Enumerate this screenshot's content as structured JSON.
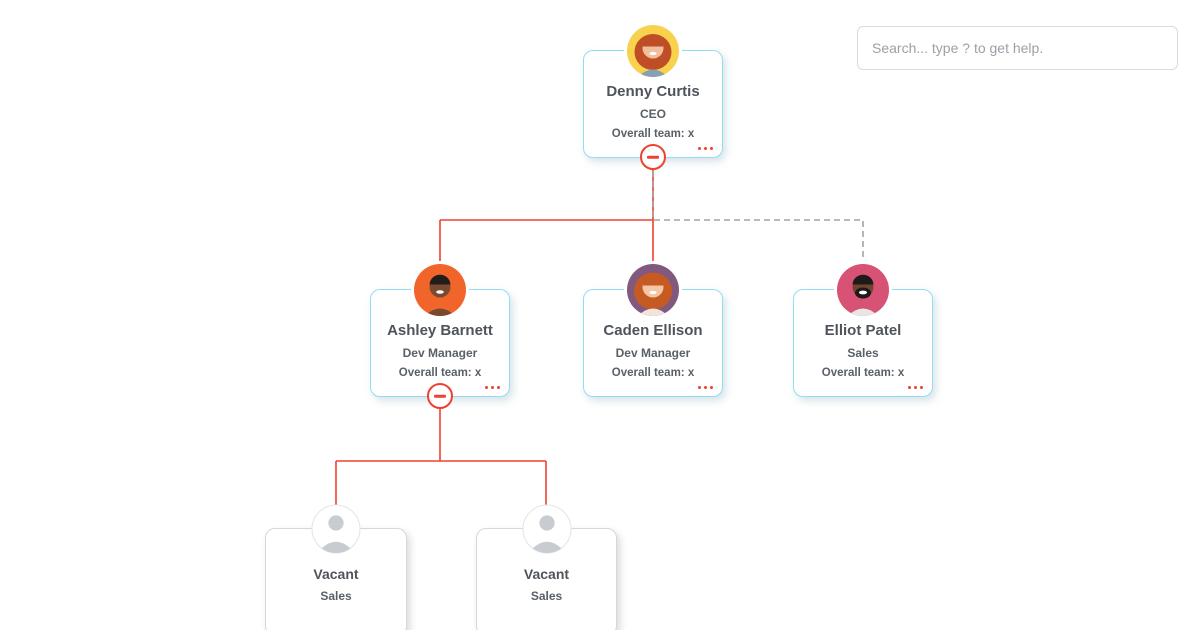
{
  "search": {
    "placeholder": "Search... type ? to get help."
  },
  "colors": {
    "connector_solid": "#ef4130",
    "connector_dashed": "#a3a3a3",
    "card_border": "#93ddf1",
    "vacant_card_border": "#d7d7d7",
    "accent_red": "#ef4130",
    "name_text": "#4f545c",
    "secondary_text": "#5a6067",
    "placeholder_text": "#9ba1a6"
  },
  "icons": {
    "collapse": "minus-icon",
    "node_menu": "ellipsis-icon",
    "vacant_avatar": "person-silhouette-icon"
  },
  "org_chart": {
    "nodes": [
      {
        "id": "denny-curtis",
        "name": "Denny Curtis",
        "role": "CEO",
        "team_label": "Overall team: x",
        "avatar": {
          "bg": "#f9d24d",
          "skin": "#f2bf9d",
          "hair": "#bf4e26",
          "shirt": "#87a0b4"
        },
        "has_collapse_button": true,
        "has_menu": true
      },
      {
        "id": "ashley-barnett",
        "name": "Ashley Barnett",
        "role": "Dev Manager",
        "team_label": "Overall team: x",
        "avatar": {
          "bg": "#f2652a",
          "skin": "#7a4a30",
          "hair": "#221d1b",
          "shirt": "#7a4a30"
        },
        "has_collapse_button": true,
        "has_menu": true
      },
      {
        "id": "caden-ellison",
        "name": "Caden Ellison",
        "role": "Dev Manager",
        "team_label": "Overall team: x",
        "avatar": {
          "bg": "#81597f",
          "skin": "#f4c6a4",
          "hair": "#c55a23",
          "shirt": "#f3e3da"
        },
        "has_collapse_button": false,
        "has_menu": true
      },
      {
        "id": "elliot-patel",
        "name": "Elliot Patel",
        "role": "Sales",
        "team_label": "Overall team: x",
        "avatar": {
          "bg": "#d85276",
          "skin": "#6f462c",
          "hair": "#1e1a19",
          "shirt": "#e9e6e2"
        },
        "has_collapse_button": false,
        "has_menu": true
      },
      {
        "id": "vacant-1",
        "name": "Vacant",
        "role": "Sales",
        "avatar": {
          "silhouette": "#c8ccd0"
        },
        "has_collapse_button": false,
        "has_menu": false
      },
      {
        "id": "vacant-2",
        "name": "Vacant",
        "role": "Sales",
        "avatar": {
          "silhouette": "#c8ccd0"
        },
        "has_collapse_button": false,
        "has_menu": false
      }
    ],
    "edges": [
      {
        "from": "Denny Curtis",
        "to": "Ashley Barnett",
        "style": "solid"
      },
      {
        "from": "Denny Curtis",
        "to": "Caden Ellison",
        "style": "solid"
      },
      {
        "from": "Denny Curtis",
        "to": "Elliot Patel",
        "style": "dashed"
      },
      {
        "from": "Ashley Barnett",
        "to": "Vacant",
        "style": "solid"
      },
      {
        "from": "Ashley Barnett",
        "to": "Vacant",
        "style": "solid"
      }
    ]
  }
}
